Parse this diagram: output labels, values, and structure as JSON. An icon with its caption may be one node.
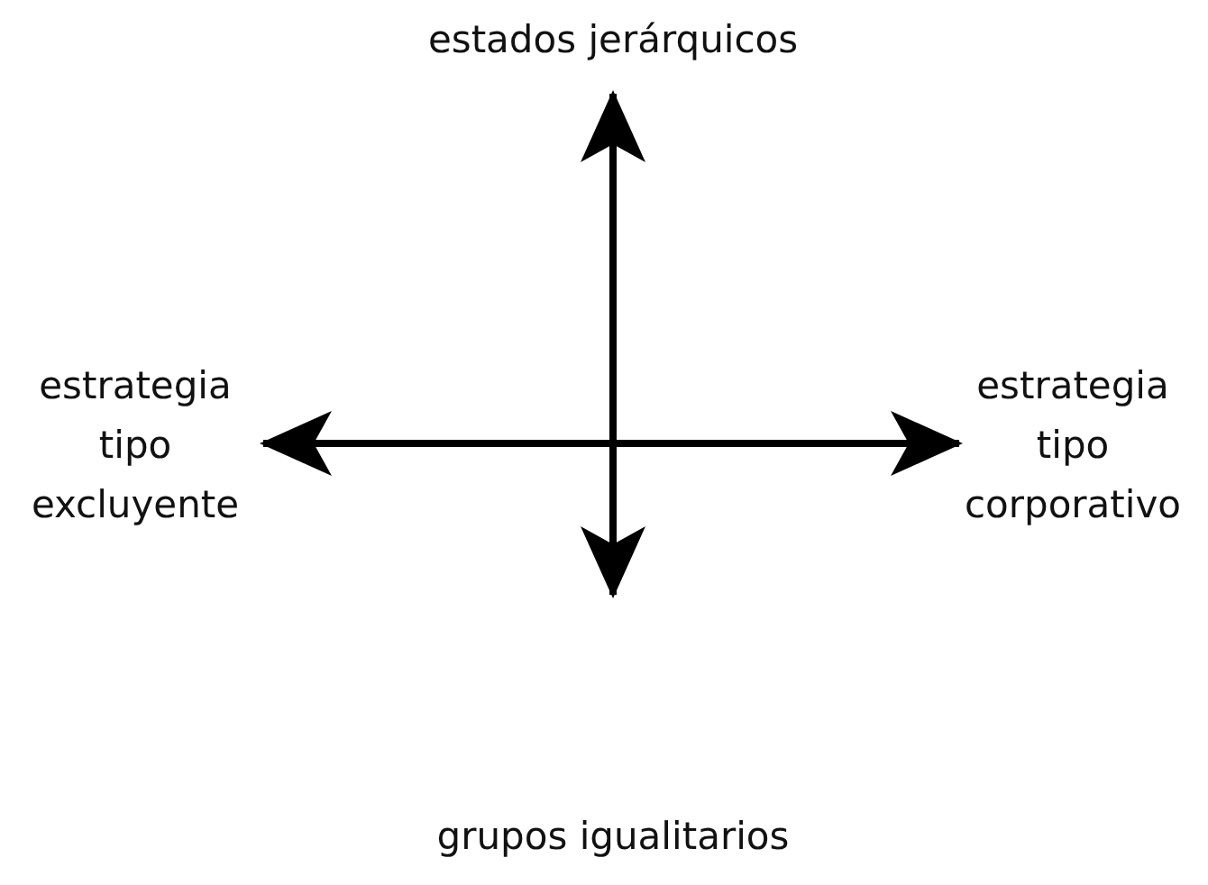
{
  "diagram": {
    "labels": [
      "estados jerárquicos",
      "estrategia tipo excluyente",
      "estrategia tipo corporativo",
      "grupos igualitarios"
    ]
  }
}
